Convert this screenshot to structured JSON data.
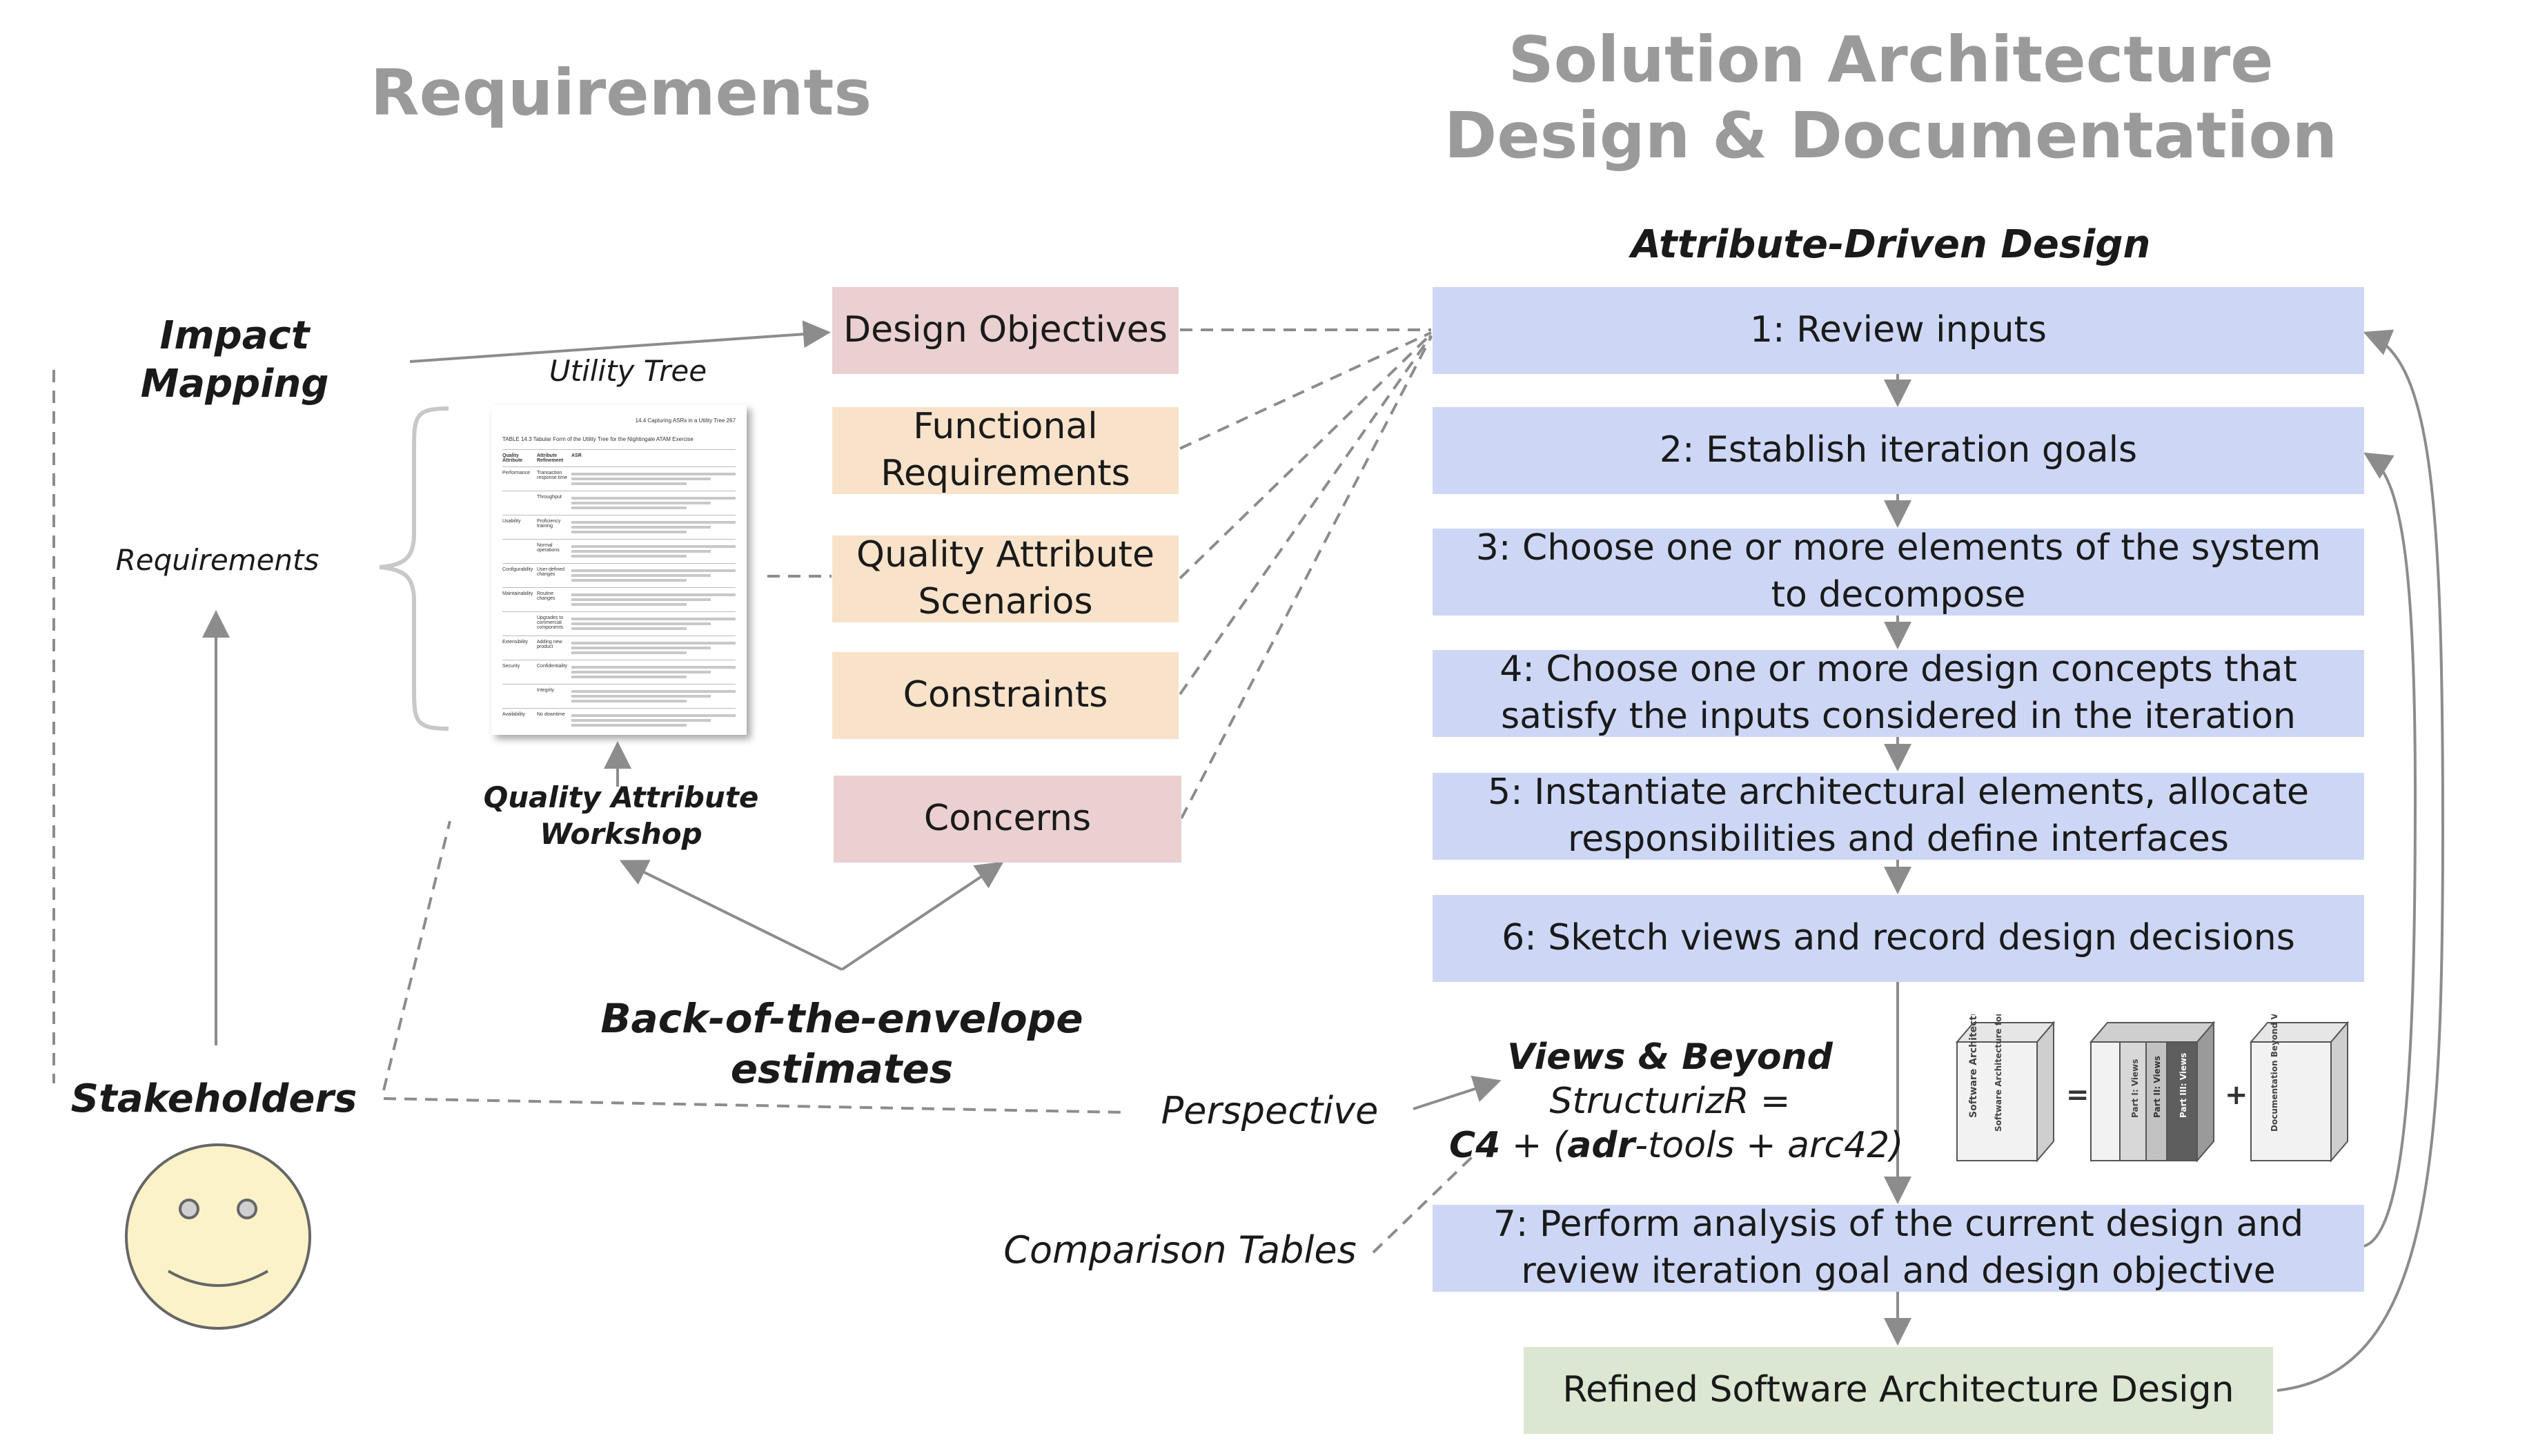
{
  "headings": {
    "requirements": "Requirements",
    "solution": "Solution Architecture Design & Documentation",
    "add": "Attribute-Driven Design"
  },
  "left": {
    "impact_mapping": "Impact Mapping",
    "requirements_label": "Requirements",
    "utility_tree": "Utility Tree",
    "qaw": "Quality Attribute Workshop",
    "stakeholders": "Stakeholders",
    "back_of_envelope": "Back-of-the-envelope estimates"
  },
  "inputs": [
    {
      "label": "Design Objectives"
    },
    {
      "label": "Functional Requirements"
    },
    {
      "label": "Quality Attribute Scenarios"
    },
    {
      "label": "Constraints"
    },
    {
      "label": "Concerns"
    }
  ],
  "steps": [
    {
      "label": "1: Review inputs"
    },
    {
      "label": "2: Establish iteration goals"
    },
    {
      "label": "3: Choose one or more elements of the system to decompose"
    },
    {
      "label": "4: Choose one or more design concepts that satisfy the inputs considered in the iteration"
    },
    {
      "label": "5: Instantiate architectural elements, allocate responsibilities and define interfaces"
    },
    {
      "label": "6: Sketch views and record design decisions"
    },
    {
      "label": "7: Perform analysis of the current design and review iteration goal and design objective"
    }
  ],
  "result": "Refined Software Architecture Design",
  "docs": {
    "perspective": "Perspective",
    "comparison_tables": "Comparison Tables",
    "views_beyond": "Views & Beyond",
    "structurizr": "StructurizR =",
    "c4": "C4",
    "plus_open": " + (",
    "adr": "adr",
    "tools": "-tools + arc42)"
  },
  "table_doc": {
    "header": "14.4   Capturing ASRs in a Utility Tree     267",
    "caption": "TABLE 14.3   Tabular Form of the Utility Tree for the Nightingale ATAM Exercise",
    "col1": "Quality Attribute",
    "col2": "Attribute Refinement",
    "col3": "ASR",
    "rows": [
      {
        "a": "Performance",
        "b": "Transaction response time"
      },
      {
        "a": "",
        "b": "Throughput"
      },
      {
        "a": "Usability",
        "b": "Proficiency training"
      },
      {
        "a": "",
        "b": "Normal operations"
      },
      {
        "a": "Configurability",
        "b": "User-defined changes"
      },
      {
        "a": "Maintainability",
        "b": "Routine changes"
      },
      {
        "a": "",
        "b": "Upgrades to commercial components"
      },
      {
        "a": "Extensibility",
        "b": "Adding new product"
      },
      {
        "a": "Security",
        "b": "Confidentiality"
      },
      {
        "a": "",
        "b": "Integrity"
      },
      {
        "a": "Availability",
        "b": "No downtime"
      }
    ]
  },
  "books": {
    "book1": "Software Architecture for System XYZ",
    "book1_side": "Software Architecture",
    "equals": "=",
    "plus": "+",
    "spine1": "Part I: Views",
    "spine2": "Part II: Views",
    "spine3": "Part III: Views",
    "book3": "Documentation Beyond Views",
    "book3_side": "Documentation Beyond Views"
  },
  "colors": {
    "heading": "#9a9a9a",
    "pink": "#ead0d0",
    "peach": "#f8e2c9",
    "blue": "#cdd7f5",
    "green": "#dbe7d2",
    "arrow": "#8c8c8c",
    "face": "#fbf2c8"
  }
}
